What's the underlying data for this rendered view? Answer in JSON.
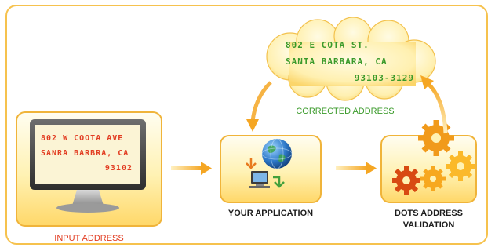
{
  "input_address": {
    "lines": [
      "802 W COOTA AVE",
      "SANRA BARBRA, CA",
      "93102"
    ],
    "caption": "INPUT ADDRESS"
  },
  "corrected_address": {
    "lines": [
      "802 E COTA ST.",
      "SANTA BARBARA, CA",
      "93103-3129"
    ],
    "caption": "CORRECTED ADDRESS"
  },
  "application": {
    "caption": "YOUR APPLICATION"
  },
  "validation": {
    "caption_line1": "DOTS ADDRESS",
    "caption_line2": "VALIDATION"
  },
  "colors": {
    "border": "#f6c24e",
    "arrow": "#f5a623",
    "input_text": "#e23d22",
    "corrected_text": "#3a9a2a"
  },
  "icons": [
    "monitor-icon",
    "globe-icon",
    "computer-icon",
    "gears-icon",
    "cloud-icon"
  ]
}
